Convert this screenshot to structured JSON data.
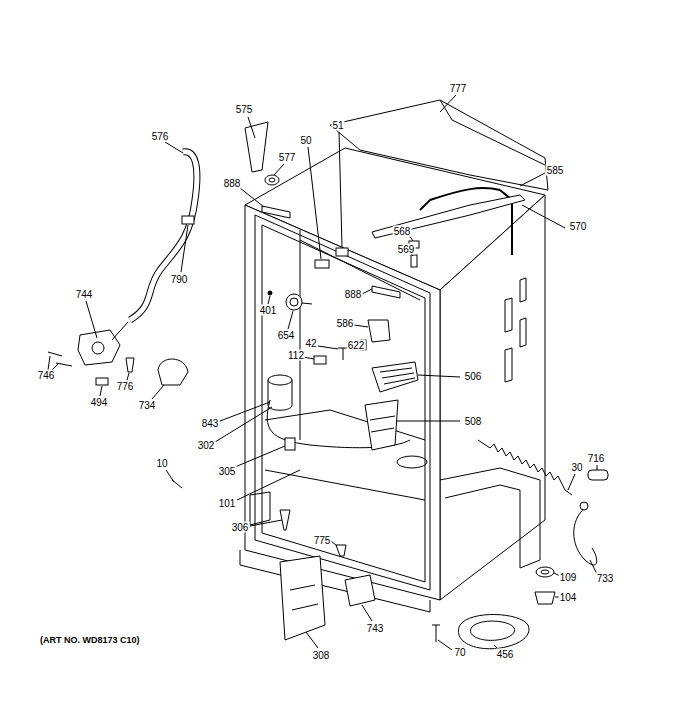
{
  "diagram": {
    "caption": "(ART NO. WD8173 C10)",
    "labels": [
      "575",
      "777",
      "576",
      "577",
      "50",
      "51",
      "585",
      "888",
      "570",
      "568",
      "569",
      "790",
      "888",
      "744",
      "401",
      "654",
      "586",
      "42",
      "622",
      "112",
      "746",
      "494",
      "776",
      "734",
      "506",
      "843",
      "302",
      "508",
      "305",
      "10",
      "101",
      "30",
      "716",
      "306",
      "775",
      "733",
      "109",
      "743",
      "104",
      "308",
      "70",
      "456"
    ]
  }
}
